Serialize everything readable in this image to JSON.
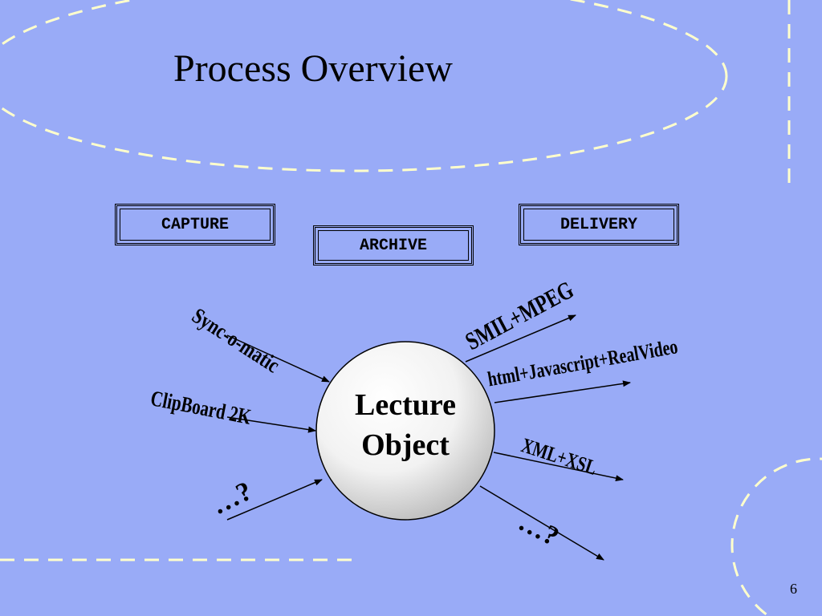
{
  "slide": {
    "title": "Process Overview",
    "page_number": "6"
  },
  "stages": {
    "capture": "CAPTURE",
    "archive": "ARCHIVE",
    "delivery": "DELIVERY"
  },
  "center": {
    "line1": "Lecture",
    "line2": "Object"
  },
  "inputs": {
    "sync": "Sync-o-matic",
    "clipboard": "ClipBoard 2K",
    "other": "…?"
  },
  "outputs": {
    "smil": "SMIL+MPEG",
    "html": "html+Javascript+RealVideo",
    "xml": "XML+XSL",
    "other": "…?"
  },
  "colors": {
    "background": "#99abf7",
    "dashes": "#ffffcc"
  }
}
